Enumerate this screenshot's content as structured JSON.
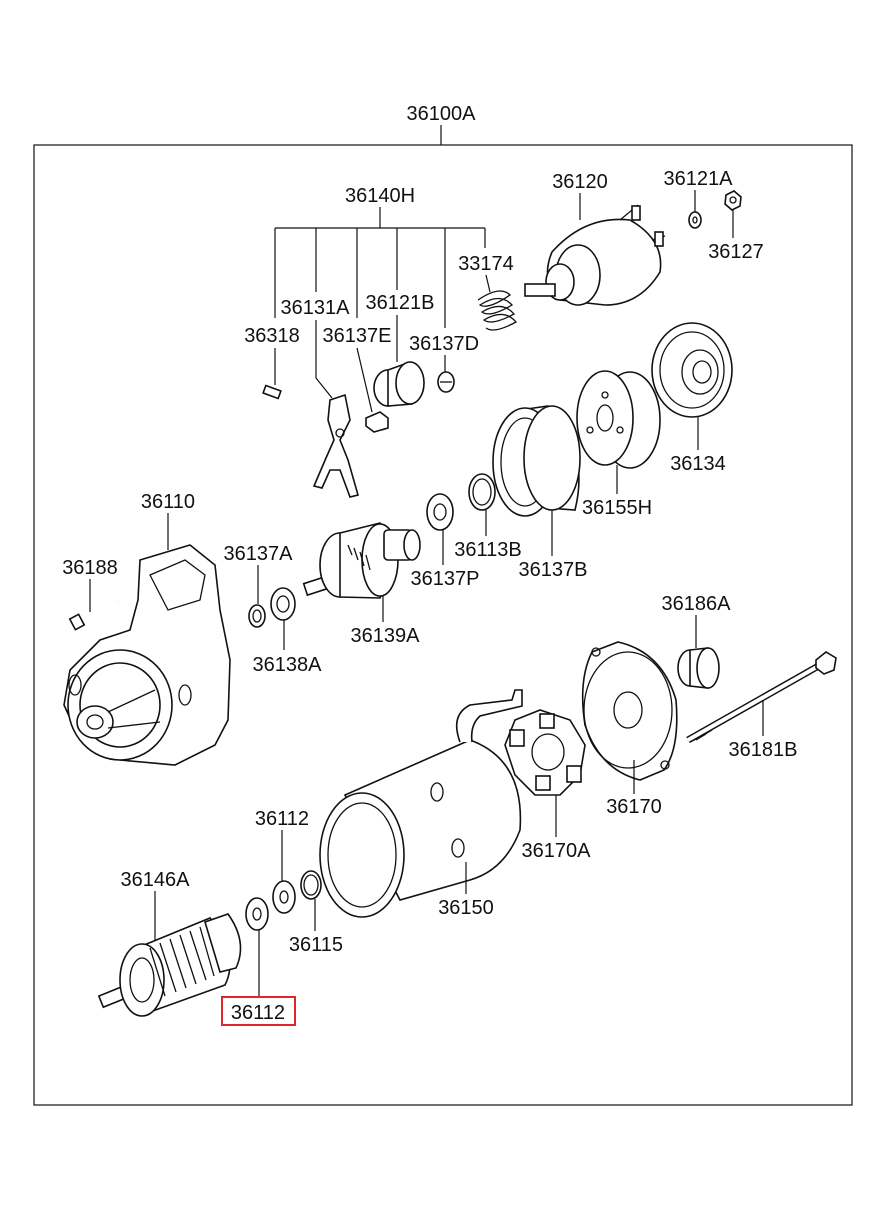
{
  "assembly": {
    "label": "36100A"
  },
  "highlight": {
    "label": "36112",
    "color": "#e0262b"
  },
  "callouts": {
    "p36140H": "36140H",
    "p36120": "36120",
    "p36121A": "36121A",
    "p36127": "36127",
    "p33174": "33174",
    "p36131A": "36131A",
    "p36121B": "36121B",
    "p36318": "36318",
    "p36137E": "36137E",
    "p36137D": "36137D",
    "p36110": "36110",
    "p36134": "36134",
    "p36155H": "36155H",
    "p36188": "36188",
    "p36137A": "36137A",
    "p36113B": "36113B",
    "p36137P": "36137P",
    "p36137B": "36137B",
    "p36139A": "36139A",
    "p36138A": "36138A",
    "p36186A": "36186A",
    "p36181B": "36181B",
    "p36170": "36170",
    "p36112": "36112",
    "p36170A": "36170A",
    "p36146A": "36146A",
    "p36150": "36150",
    "p36115": "36115"
  }
}
